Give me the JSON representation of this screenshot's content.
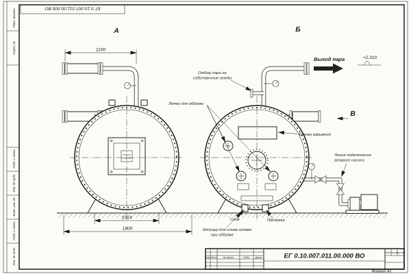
{
  "stamp": {
    "doc_number_top": "ЕГ 0.10.007.011.00.000  ВО"
  },
  "margin_labels": [
    "Перв. примен.",
    "Справ. №",
    "Подп. и дата",
    "Инв. № дубл.",
    "Взам. инв. №",
    "Подп. и дата",
    "Инв. № подл."
  ],
  "views": {
    "left": "А",
    "right": "Б",
    "direction": "В"
  },
  "dimensions": {
    "pipe_span": "1100",
    "vessel_width": "1014",
    "overall_width": "1800",
    "elevation": "+2,310"
  },
  "annotations": {
    "steam_outlet": "Выход пара",
    "steam_own_needs_line1": "Отбор пара на",
    "steam_own_needs_line2": "собственные нужды",
    "blowing_hatches": "Лючки для обдувки",
    "explosion_valve": "Клапан взрывной",
    "second_pump_line1": "Линия подключения",
    "second_pump_line2": "второго насоса",
    "drain": "Слив",
    "blowdown": "Продувка",
    "sludge_line1": "Штуцер для слива шлама",
    "sludge_line2": "при обдувке"
  },
  "title_block": {
    "doc_number": "ЕГ 0.10.007.011.00.000  ВО",
    "col_izm": "Изм.",
    "col_list": "Лист",
    "col_doc": "№ докум.",
    "col_podp": "Подп.",
    "col_data": "Дата",
    "cell_lit": "Лит.",
    "cell_list": "Лист",
    "cell_listov": "Листов",
    "format_note": "Формат А3"
  },
  "colors": {
    "ink": "#1c1c1c",
    "paper": "#fbfbf8"
  }
}
